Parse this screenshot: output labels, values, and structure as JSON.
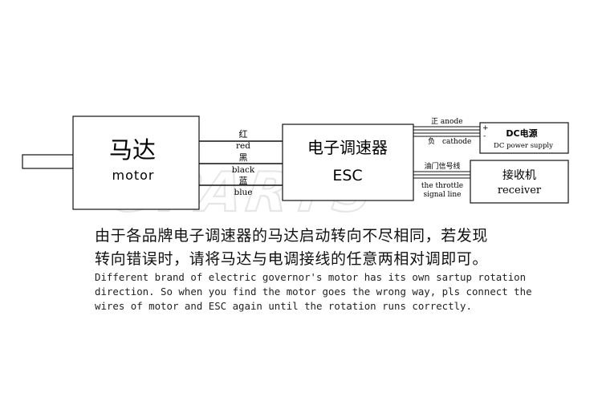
{
  "motor": {
    "label_cn": "马达",
    "label_en": "motor"
  },
  "esc": {
    "label_cn": "电子调速器",
    "label_en": "ESC"
  },
  "wires": [
    {
      "cn": "红",
      "en": "red"
    },
    {
      "cn": "黑",
      "en": "black"
    },
    {
      "cn": "蓝",
      "en": "blue"
    }
  ],
  "power": {
    "anode_label": "正 anode",
    "cathode_label": "负　cathode",
    "plus_sign": "+",
    "minus_sign": "-",
    "title": "DC电源",
    "subtitle": "DC power supply"
  },
  "receiver": {
    "throttle_cn": "油门信号线",
    "throttle_en_1": "the throttle",
    "throttle_en_2": "signal line",
    "label_cn": "接收机",
    "label_en": "receiver"
  },
  "watermark": "GPARTS",
  "text": {
    "cn_line1": "由于各品牌电子调速器的马达启动转向不尽相同，若发现",
    "cn_line2": "转向错误时，请将马达与电调接线的任意两相对调即可。",
    "en_line1": "Different brand of electric governor's motor has its own sartup rotation",
    "en_line2": "direction. So when you find the motor goes the wrong way, pls connect the",
    "en_line3": "wires of motor and ESC again until the rotation runs correctly."
  }
}
